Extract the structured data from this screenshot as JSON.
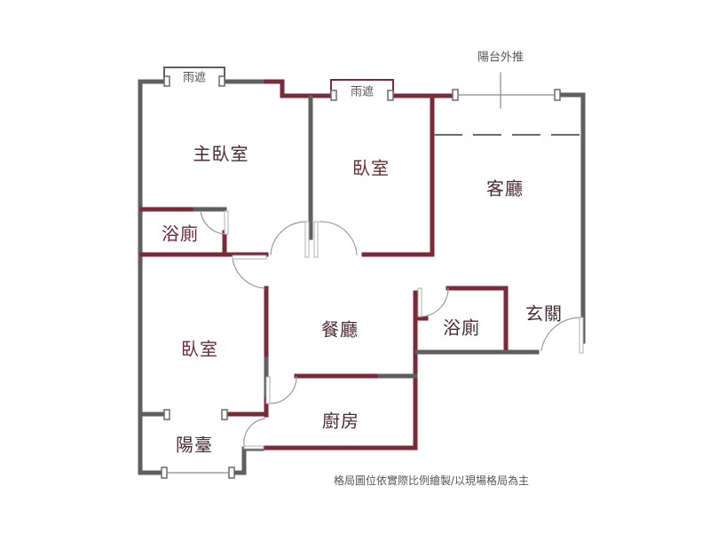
{
  "colors": {
    "wall_gray": "#5f5f5f",
    "wall_maroon": "#7a2b38",
    "label_maroon": "#6b2a36",
    "label_gray": "#555555",
    "door_line": "#9a9a9a",
    "background": "#ffffff"
  },
  "rooms": [
    {
      "id": "master-bedroom",
      "label": "主臥室"
    },
    {
      "id": "bedroom-2",
      "label": "臥室"
    },
    {
      "id": "living-room",
      "label": "客廳"
    },
    {
      "id": "master-bath",
      "label": "浴廁"
    },
    {
      "id": "bedroom-3",
      "label": "臥室"
    },
    {
      "id": "dining-room",
      "label": "餐廳"
    },
    {
      "id": "bathroom",
      "label": "浴廁"
    },
    {
      "id": "entrance",
      "label": "玄關"
    },
    {
      "id": "kitchen",
      "label": "廚房"
    },
    {
      "id": "balcony",
      "label": "陽臺"
    }
  ],
  "annotations": {
    "canopy_1": "雨遮",
    "canopy_2": "雨遮",
    "balcony_extension": "陽台外推",
    "disclaimer": "格局圖位依實際比例繪製/以現場格局為主"
  }
}
